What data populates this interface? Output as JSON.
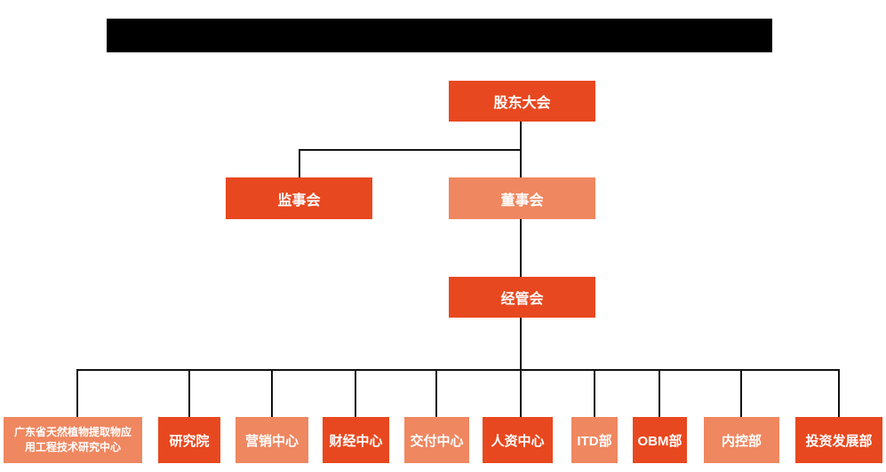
{
  "colors": {
    "primary_orange": "#e8481f",
    "light_orange": "#ef8760",
    "connector_line": "#111111",
    "redaction_bar": "#000000"
  },
  "org_chart": {
    "root": {
      "label": "股东大会"
    },
    "level_2": [
      {
        "label": "监事会"
      },
      {
        "label": "董事会"
      }
    ],
    "level_3": [
      {
        "label": "经管会"
      }
    ],
    "departments": [
      {
        "label": "广东省天然植物提取物应\n用工程技术研究中心"
      },
      {
        "label": "研究院"
      },
      {
        "label": "营销中心"
      },
      {
        "label": "财经中心"
      },
      {
        "label": "交付中心"
      },
      {
        "label": "人资中心"
      },
      {
        "label": "ITD部"
      },
      {
        "label": "OBM部"
      },
      {
        "label": "内控部"
      },
      {
        "label": "投资发展部"
      }
    ]
  }
}
